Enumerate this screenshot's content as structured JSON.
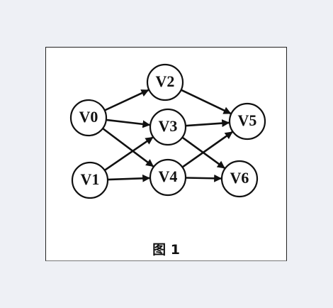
{
  "diagram": {
    "nodes": [
      {
        "id": "V0",
        "label": "V0"
      },
      {
        "id": "V1",
        "label": "V1"
      },
      {
        "id": "V2",
        "label": "V2"
      },
      {
        "id": "V3",
        "label": "V3"
      },
      {
        "id": "V4",
        "label": "V4"
      },
      {
        "id": "V5",
        "label": "V5"
      },
      {
        "id": "V6",
        "label": "V6"
      }
    ],
    "edges": [
      {
        "from": "V0",
        "to": "V2"
      },
      {
        "from": "V0",
        "to": "V3"
      },
      {
        "from": "V0",
        "to": "V4"
      },
      {
        "from": "V1",
        "to": "V3"
      },
      {
        "from": "V1",
        "to": "V4"
      },
      {
        "from": "V2",
        "to": "V5"
      },
      {
        "from": "V3",
        "to": "V5"
      },
      {
        "from": "V3",
        "to": "V6"
      },
      {
        "from": "V4",
        "to": "V5"
      },
      {
        "from": "V4",
        "to": "V6"
      }
    ],
    "caption": "图 1"
  }
}
